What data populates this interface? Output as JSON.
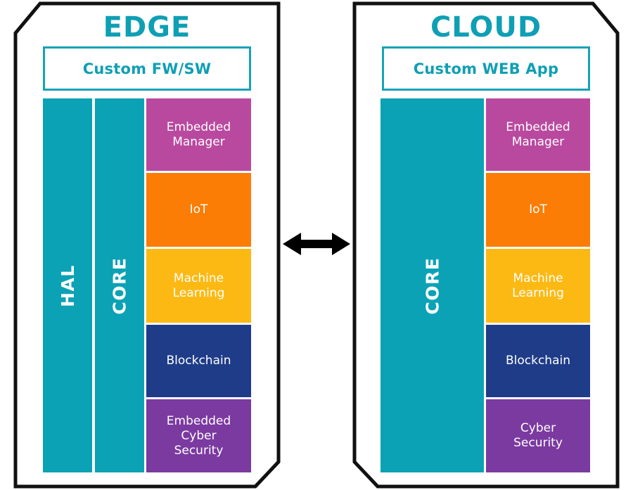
{
  "diagram": {
    "title_left": "EDGE",
    "title_right": "CLOUD",
    "connector": {
      "icon": "double-headed-arrow-icon",
      "direction": "bidirectional"
    },
    "colors": {
      "teal": "#0ba2b5",
      "teal_text": "#0f9fb4",
      "teal_border": "#17a2b8",
      "magenta": "#b9499f",
      "orange": "#fb7d05",
      "yellow": "#fdb913",
      "navy": "#1f3c88",
      "purple": "#7b3aa0",
      "outline": "#111111",
      "white": "#ffffff"
    },
    "panels": [
      {
        "id": "edge",
        "title": "EDGE",
        "header": {
          "label": "Custom FW/SW"
        },
        "columns": [
          {
            "id": "hal",
            "label": "HAL",
            "color": "#0ba2b5"
          },
          {
            "id": "core",
            "label": "CORE",
            "color": "#0ba2b5"
          }
        ],
        "blocks": [
          {
            "id": "embedded-manager",
            "label": "Embedded\nManager",
            "color": "#b9499f"
          },
          {
            "id": "iot",
            "label": "IoT",
            "color": "#fb7d05"
          },
          {
            "id": "machine-learning",
            "label": "Machine\nLearning",
            "color": "#fdb913"
          },
          {
            "id": "blockchain",
            "label": "Blockchain",
            "color": "#1f3c88"
          },
          {
            "id": "embedded-cyber-security",
            "label": "Embedded\nCyber\nSecurity",
            "color": "#7b3aa0"
          }
        ]
      },
      {
        "id": "cloud",
        "title": "CLOUD",
        "header": {
          "label": "Custom WEB App"
        },
        "columns": [
          {
            "id": "core",
            "label": "CORE",
            "color": "#0ba2b5"
          }
        ],
        "blocks": [
          {
            "id": "embedded-manager",
            "label": "Embedded\nManager",
            "color": "#b9499f"
          },
          {
            "id": "iot",
            "label": "IoT",
            "color": "#fb7d05"
          },
          {
            "id": "machine-learning",
            "label": "Machine\nLearning",
            "color": "#fdb913"
          },
          {
            "id": "blockchain",
            "label": "Blockchain",
            "color": "#1f3c88"
          },
          {
            "id": "cyber-security",
            "label": "Cyber\nSecurity",
            "color": "#7b3aa0"
          }
        ]
      }
    ]
  }
}
